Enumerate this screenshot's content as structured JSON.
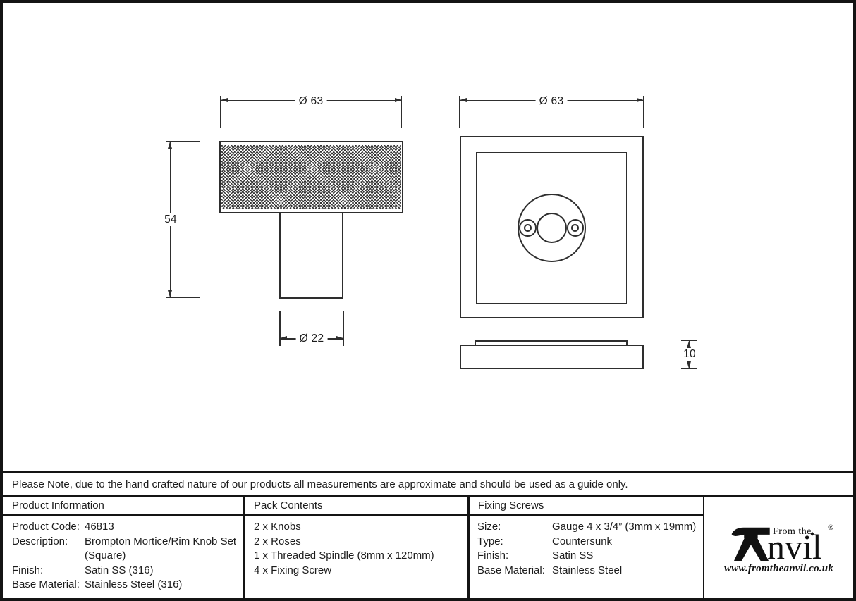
{
  "note": "Please Note, due to the hand crafted nature of our products all measurements are approximate and should be used as a guide only.",
  "drawings": {
    "knob_view": {
      "width_dim": "Ø 63",
      "height_dim": "54",
      "stem_dim": "Ø 22"
    },
    "rose_view": {
      "width_dim": "Ø 63",
      "thickness_dim": "10"
    }
  },
  "columns": {
    "product_info": {
      "header": "Product Information",
      "rows": [
        {
          "label": "Product Code:",
          "value": "46813"
        },
        {
          "label": "Description:",
          "value": "Brompton Mortice/Rim Knob Set",
          "value_line2": "(Square)"
        },
        {
          "label": "Finish:",
          "value": "Satin SS (316)"
        },
        {
          "label": "Base Material:",
          "value": "Stainless Steel (316)"
        }
      ]
    },
    "pack_contents": {
      "header": "Pack Contents",
      "items": [
        "2 x Knobs",
        "2 x Roses",
        "1 x Threaded Spindle (8mm x 120mm)",
        "4 x Fixing Screw"
      ]
    },
    "fixing_screws": {
      "header": "Fixing Screws",
      "rows": [
        {
          "label": "Size:",
          "value": "Gauge 4 x 3/4” (3mm x 19mm)"
        },
        {
          "label": "Type:",
          "value": "Countersunk"
        },
        {
          "label": "Finish:",
          "value": "Satin SS"
        },
        {
          "label": "Base Material:",
          "value": "Stainless Steel"
        }
      ]
    }
  },
  "logo": {
    "prefix": "From the",
    "wordmark": "nvil",
    "registered": "®",
    "diamond": "♦",
    "website": "www.fromtheanvil.co.uk"
  }
}
